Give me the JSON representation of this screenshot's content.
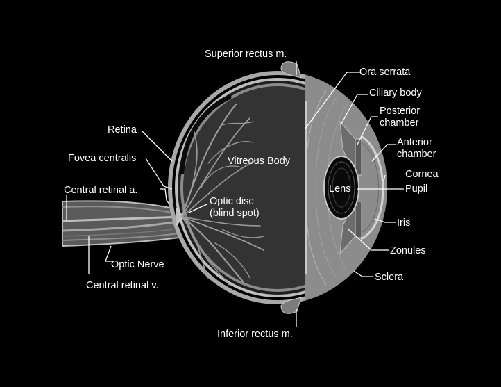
{
  "labels": {
    "superior_rectus": "Superior rectus m.",
    "ora_serrata": "Ora serrata",
    "ciliary_body": "Ciliary body",
    "posterior_chamber_line1": "Posterior",
    "posterior_chamber_line2": "chamber",
    "anterior_chamber_line1": "Anterior",
    "anterior_chamber_line2": "chamber",
    "cornea": "Cornea",
    "pupil": "Pupil",
    "iris": "Iris",
    "zonules": "Zonules",
    "sclera": "Sclera",
    "lens": "Lens",
    "vitreous_body": "Vitreous Body",
    "optic_disc_line1": "Optic disc",
    "optic_disc_line2": "(blind spot)",
    "retina": "Retina",
    "fovea_centralis": "Fovea centralis",
    "central_retinal_artery": "Central retinal a.",
    "optic_nerve": "Optic Nerve",
    "central_retinal_vein": "Central retinal v.",
    "inferior_rectus": "Inferior rectus m."
  },
  "colors": {
    "background": "#000000",
    "sclera": "#a8a8a8",
    "choroid": "#1e1e1e",
    "retina_layer": "#8a8a8a",
    "vitreous": "#333333",
    "anterior_segment": "#8c8c8c",
    "lens": "#0a0a0a",
    "vessels": "#9c9c9c",
    "nerve": "#6a6a6a",
    "label_text": "#ffffff"
  }
}
